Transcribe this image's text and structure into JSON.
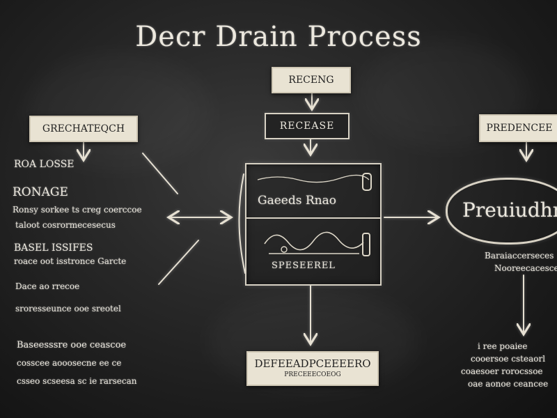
{
  "title": "Decr Drain Process",
  "nodes": {
    "top_card": "RECENG",
    "second_card": "RECEASE",
    "left_card": "GRECHATEQCH",
    "right_card": "PREDENCEE",
    "center_top_text": "Gaeeds  Rnao",
    "center_bottom_text": "SPESEEREL",
    "bubble_text": "Preuiudhr",
    "bottom_card": "DEFEEADPCEEEERO",
    "bottom_card_sub": "PRECEEECOEOG"
  },
  "left_notes": {
    "heading_1": "ROA LOSSE",
    "line_1": "RONAGE",
    "line_2": "Ronsy sorkee ts creg coerccoe",
    "line_3": "taloot cosrormecesecus",
    "heading_2": "BASEL ISSIFES",
    "line_4": "roace oot isstronce Garcte",
    "line_5": "Dace ao rrecoe",
    "line_6": "sroresseunce ooe sreotel",
    "heading_3": "Baseesssre ooe ceascoe",
    "line_7": "cosscee aooosecne ee ce",
    "line_8": "csseo scseesa sc ie rarsecan"
  },
  "right_notes": {
    "line_1": "Baraiaccerseces",
    "line_2": "Nooreecacesce",
    "line_3": "i ree poaiee",
    "line_4": "cooersoe csteaorl",
    "line_5": "coaesoer rorocssoe",
    "line_6": "oae aonoe ceancee"
  }
}
